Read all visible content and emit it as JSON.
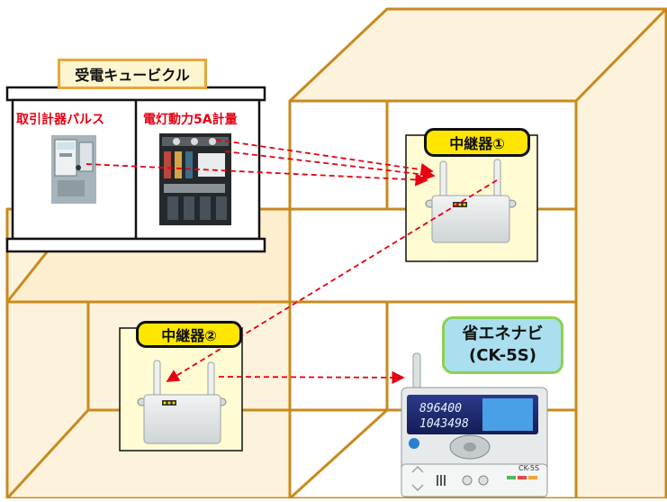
{
  "cubicle": {
    "title": "受電キュービクル"
  },
  "panels": {
    "pulse_label": "取引計器パルス",
    "power_label": "電灯動力5A計量"
  },
  "relays": [
    {
      "label": "中継器①"
    },
    {
      "label": "中継器②"
    }
  ],
  "navi": {
    "title_line1": "省エネナビ",
    "title_line2": "(CK-5S)",
    "display_value_top": "896400",
    "display_value_bottom": "1043498",
    "model": "CK-5S"
  },
  "colors": {
    "building_outline": "#c98a1e",
    "building_fill": "#fdf3dc",
    "relay_area_fill": "#fffbd3",
    "signal_arrow": "#e60012",
    "relay_label_bg": "#ffe600",
    "navi_label_bg": "#a9dfee"
  }
}
